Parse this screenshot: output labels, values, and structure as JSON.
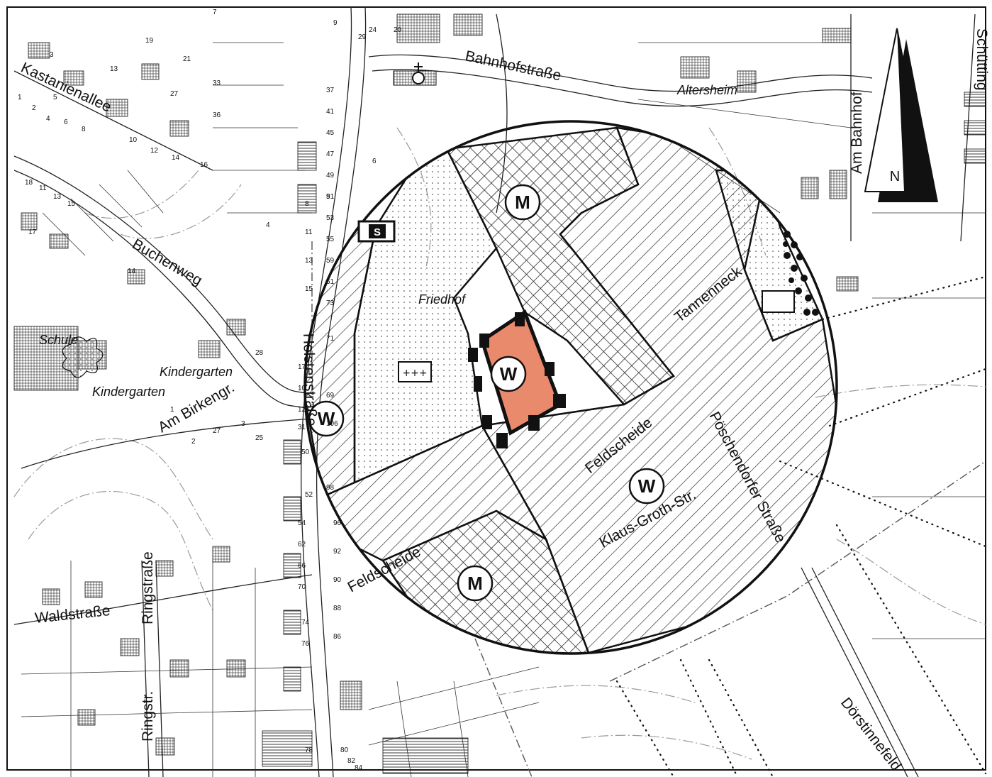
{
  "streets": {
    "kastanienallee": "Kastanienallee",
    "bahnhofstrasse": "Bahnhofstraße",
    "buchenweg": "Buchenweg",
    "holstenstrasse": "Holstenstraße",
    "am_birkengr": "Am Birkengr.",
    "waldstrasse": "Waldstraße",
    "ringstrasse": "Ringstraße",
    "ringstr": "Ringstr.",
    "feldscheide_1": "Feldscheide",
    "feldscheide_2": "Feldscheide",
    "poeschendorfer": "Pöschendorfer Straße",
    "klaus_groth": "Klaus-Groth-Str.",
    "tannenneck": "Tannenneck",
    "am_bahnhof": "Am Bahnhof",
    "doerstinnefeld": "Dörstinnefeld",
    "schuetting": "Schütting"
  },
  "places": {
    "schule": "Schule",
    "kindergarten_1": "Kindergarten",
    "kindergarten_2": "Kindergarten",
    "altersheim": "Altersheim",
    "friedhof": "Friedhof"
  },
  "zones": {
    "m_north": "M",
    "m_south": "M",
    "w_center": "W",
    "w_west": "W",
    "w_east": "W",
    "s_symbol": "S"
  },
  "north_arrow": {
    "label": "N"
  },
  "colors": {
    "highlight": "#e98a6d",
    "ink": "#111111",
    "contour": "#9a9a9a"
  },
  "house_numbers": [
    "19",
    "21",
    "27",
    "13",
    "5",
    "3",
    "1",
    "2",
    "4",
    "6",
    "8",
    "10",
    "12",
    "14",
    "16",
    "18",
    "11",
    "13",
    "15",
    "17",
    "14",
    "7",
    "9",
    "24",
    "20",
    "33",
    "36",
    "29",
    "28",
    "27",
    "25",
    "1",
    "2",
    "3",
    "4",
    "6",
    "8",
    "9",
    "11",
    "13",
    "15",
    "17",
    "10",
    "12",
    "31",
    "50",
    "52",
    "54",
    "62",
    "66",
    "70",
    "74",
    "76",
    "78",
    "80",
    "82",
    "84",
    "86",
    "88",
    "90",
    "92",
    "96",
    "98",
    "106",
    "69",
    "71",
    "73",
    "61",
    "59",
    "55",
    "53",
    "51",
    "49",
    "47",
    "45",
    "41",
    "37"
  ]
}
